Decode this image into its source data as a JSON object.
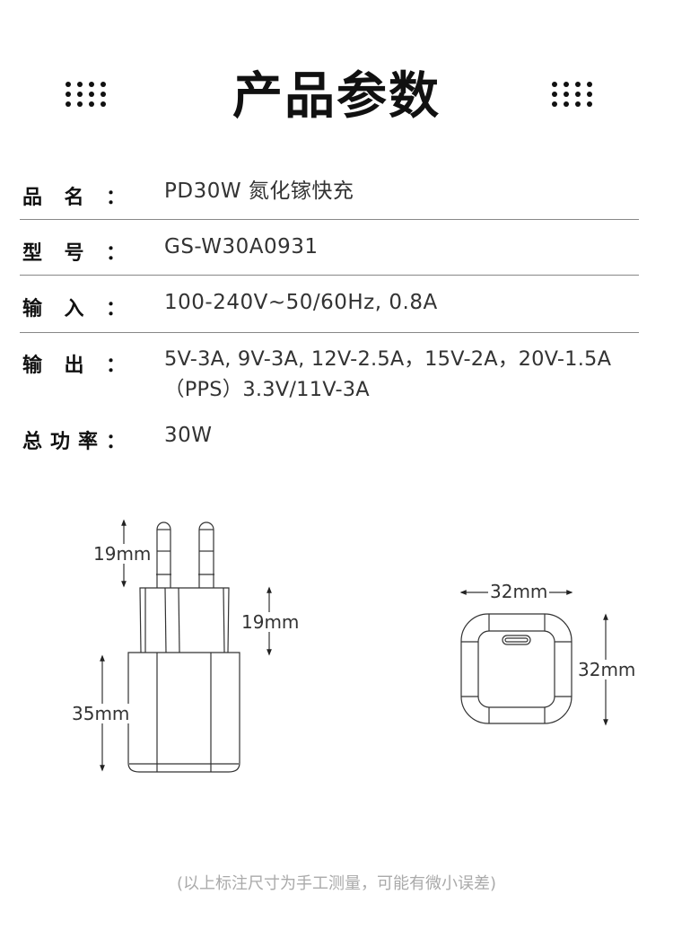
{
  "header": {
    "title": "产品参数"
  },
  "specs": [
    {
      "label": "品名：",
      "value": [
        "PD30W 氮化镓快充"
      ]
    },
    {
      "label": "型号：",
      "value": [
        "GS-W30A0931"
      ]
    },
    {
      "label": "输入：",
      "value": [
        "100-240V~50/60Hz, 0.8A"
      ]
    },
    {
      "label": "输出：",
      "value": [
        "5V-3A, 9V-3A, 12V-2.5A，15V-2A，20V-1.5A",
        "（PPS）3.3V/11V-3A"
      ]
    },
    {
      "label": "总功率：",
      "value": [
        "30W"
      ]
    }
  ],
  "dimensions": {
    "side": {
      "prong": "19mm",
      "plug_body": "19mm",
      "body": "35mm"
    },
    "front": {
      "width": "32mm",
      "height": "32mm"
    }
  },
  "footnote": "(以上标注尺寸为手工测量，可能有微小误差)"
}
